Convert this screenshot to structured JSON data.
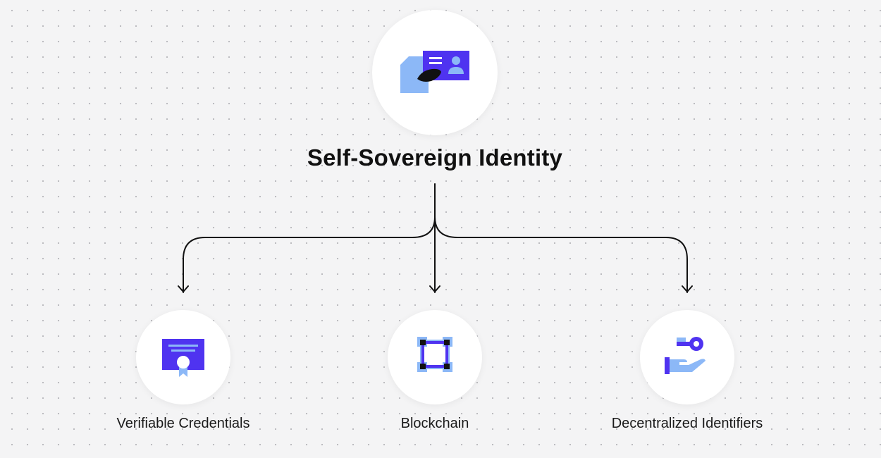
{
  "root": {
    "title": "Self-Sovereign Identity",
    "icon": "id-card-icon"
  },
  "children": [
    {
      "label": "Verifiable Credentials",
      "icon": "certificate-icon"
    },
    {
      "label": "Blockchain",
      "icon": "blockchain-icon"
    },
    {
      "label": "Decentralized Identifiers",
      "icon": "key-hand-icon"
    }
  ],
  "colors": {
    "primary": "#4f33f0",
    "light_blue": "#8cb8f7",
    "dark": "#111111",
    "background": "#f4f4f5"
  }
}
